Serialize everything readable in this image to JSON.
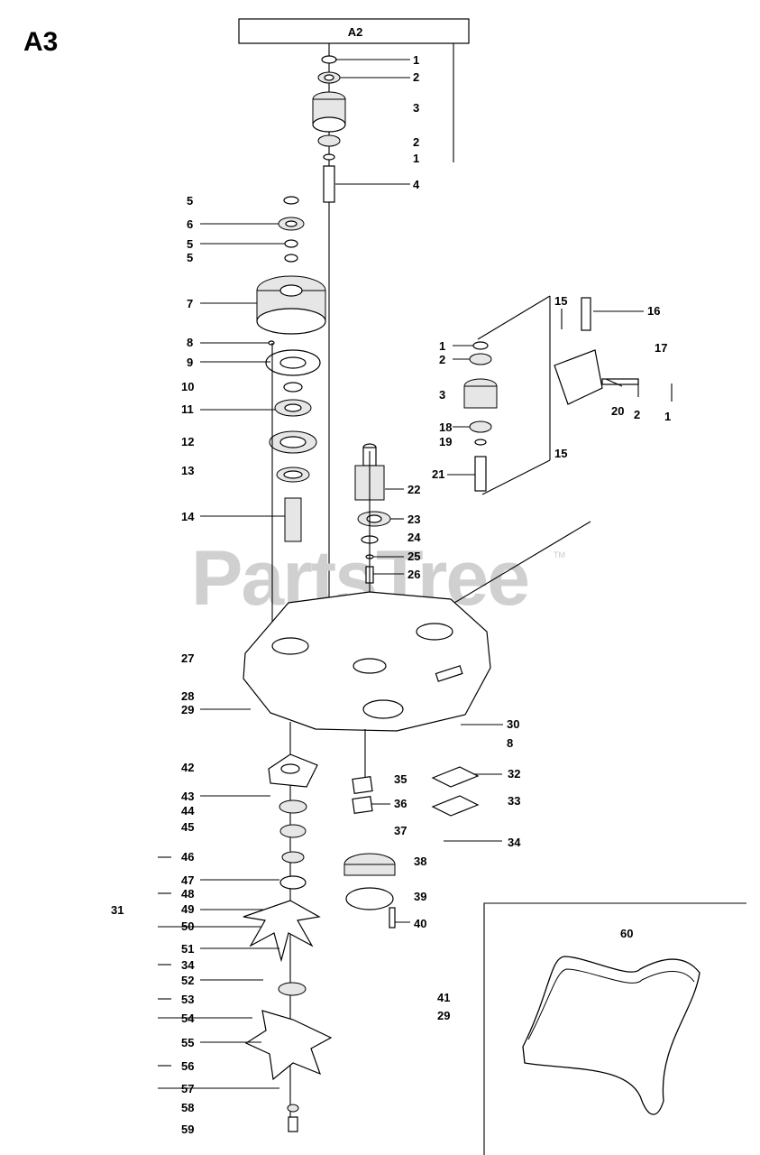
{
  "section_label": "A3",
  "header_ref": "A2",
  "watermark": "PartsTree",
  "watermark_tm": "TM",
  "inset_label": "60",
  "callouts": [
    "1",
    "2",
    "3",
    "2",
    "1",
    "4",
    "5",
    "6",
    "5",
    "5",
    "7",
    "8",
    "9",
    "10",
    "11",
    "12",
    "13",
    "14",
    "15",
    "16",
    "17",
    "1",
    "2",
    "3",
    "18",
    "19",
    "20",
    "2",
    "1",
    "15",
    "21",
    "22",
    "23",
    "24",
    "25",
    "26",
    "27",
    "28",
    "29",
    "30",
    "8",
    "42",
    "43",
    "44",
    "45",
    "46",
    "47",
    "48",
    "31",
    "49",
    "50",
    "51",
    "34",
    "52",
    "53",
    "54",
    "55",
    "56",
    "57",
    "58",
    "59",
    "35",
    "36",
    "37",
    "32",
    "33",
    "34",
    "38",
    "39",
    "40",
    "41",
    "29"
  ]
}
